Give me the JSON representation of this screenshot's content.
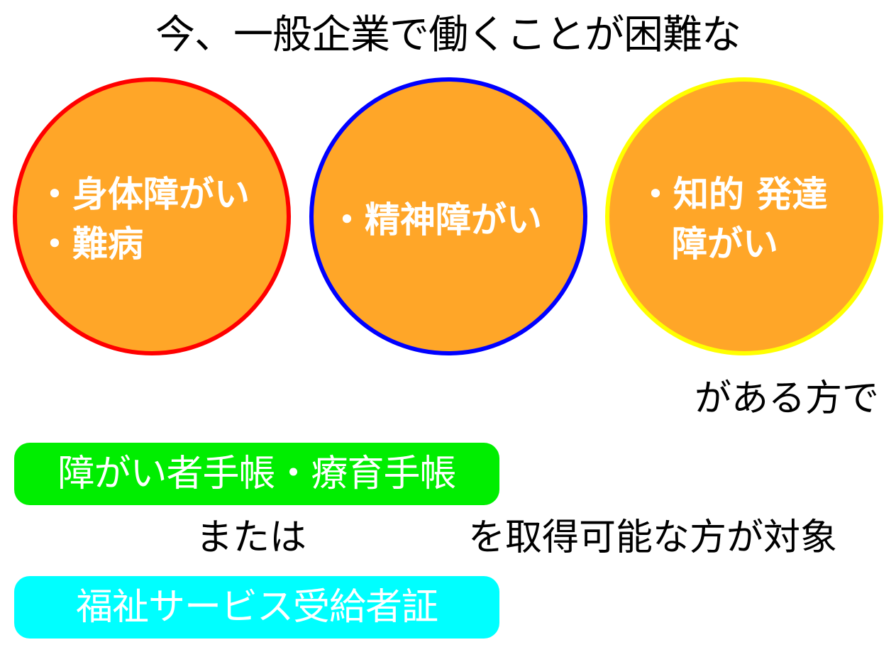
{
  "title": "今、一般企業で働くことが困難な",
  "circles": [
    {
      "id": "physical",
      "border_color": "#FF0000",
      "fill_color": "#FFA628",
      "lines": [
        "・身体障がい",
        "・難病"
      ]
    },
    {
      "id": "mental",
      "border_color": "#0000FF",
      "fill_color": "#FFA628",
      "lines": [
        "・精神障がい"
      ]
    },
    {
      "id": "intellectual-developmental",
      "border_color": "#FFFF00",
      "fill_color": "#FFA628",
      "lines": [
        "・知的 発達",
        "障がい"
      ]
    }
  ],
  "condition_suffix": "がある方で",
  "certificates": [
    {
      "label": "障がい者手帳・療育手帳",
      "color": "#00EE00"
    },
    {
      "label": "福祉サービス受給者証",
      "color": "#00FFFF"
    }
  ],
  "connector": "または",
  "conclusion": "を取得可能な方が対象"
}
